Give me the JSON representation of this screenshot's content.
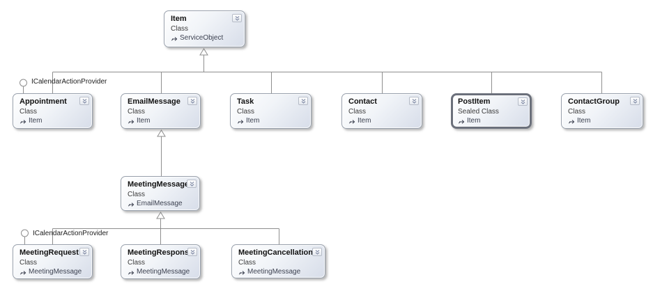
{
  "diagram": {
    "kind_label_default": "Class",
    "colors": {
      "background": "#ffffff",
      "node_border": "#98a0ac",
      "sealed_node_border": "#6b707b",
      "node_fill_top": "#ffffff",
      "node_fill_bottom": "#d7dde9",
      "connector": "#8e8e8e",
      "title_text": "#111111",
      "body_text": "#3c3c3c",
      "chevron_icon": "#7c87a2"
    },
    "icons": {
      "collapse": "chevron-double-down-icon",
      "base_type": "arrow-right-icon",
      "interface": "lollipop-circle-icon"
    },
    "interface_lollipops": [
      {
        "label": "ICalendarActionProvider",
        "attached_to": "Appointment"
      },
      {
        "label": "ICalendarActionProvider",
        "attached_to": "MeetingRequest"
      }
    ],
    "nodes": [
      {
        "title": "Item",
        "kind": "Class",
        "base": "ServiceObject"
      },
      {
        "title": "Appointment",
        "kind": "Class",
        "base": "Item"
      },
      {
        "title": "EmailMessage",
        "kind": "Class",
        "base": "Item"
      },
      {
        "title": "Task",
        "kind": "Class",
        "base": "Item"
      },
      {
        "title": "Contact",
        "kind": "Class",
        "base": "Item"
      },
      {
        "title": "PostItem",
        "kind": "Sealed Class",
        "base": "Item"
      },
      {
        "title": "ContactGroup",
        "kind": "Class",
        "base": "Item"
      },
      {
        "title": "MeetingMessage",
        "kind": "Class",
        "base": "EmailMessage"
      },
      {
        "title": "MeetingRequest",
        "kind": "Class",
        "base": "MeetingMessage"
      },
      {
        "title": "MeetingResponse",
        "kind": "Class",
        "base": "MeetingMessage"
      },
      {
        "title": "MeetingCancellation",
        "kind": "Class",
        "base": "MeetingMessage"
      }
    ]
  }
}
